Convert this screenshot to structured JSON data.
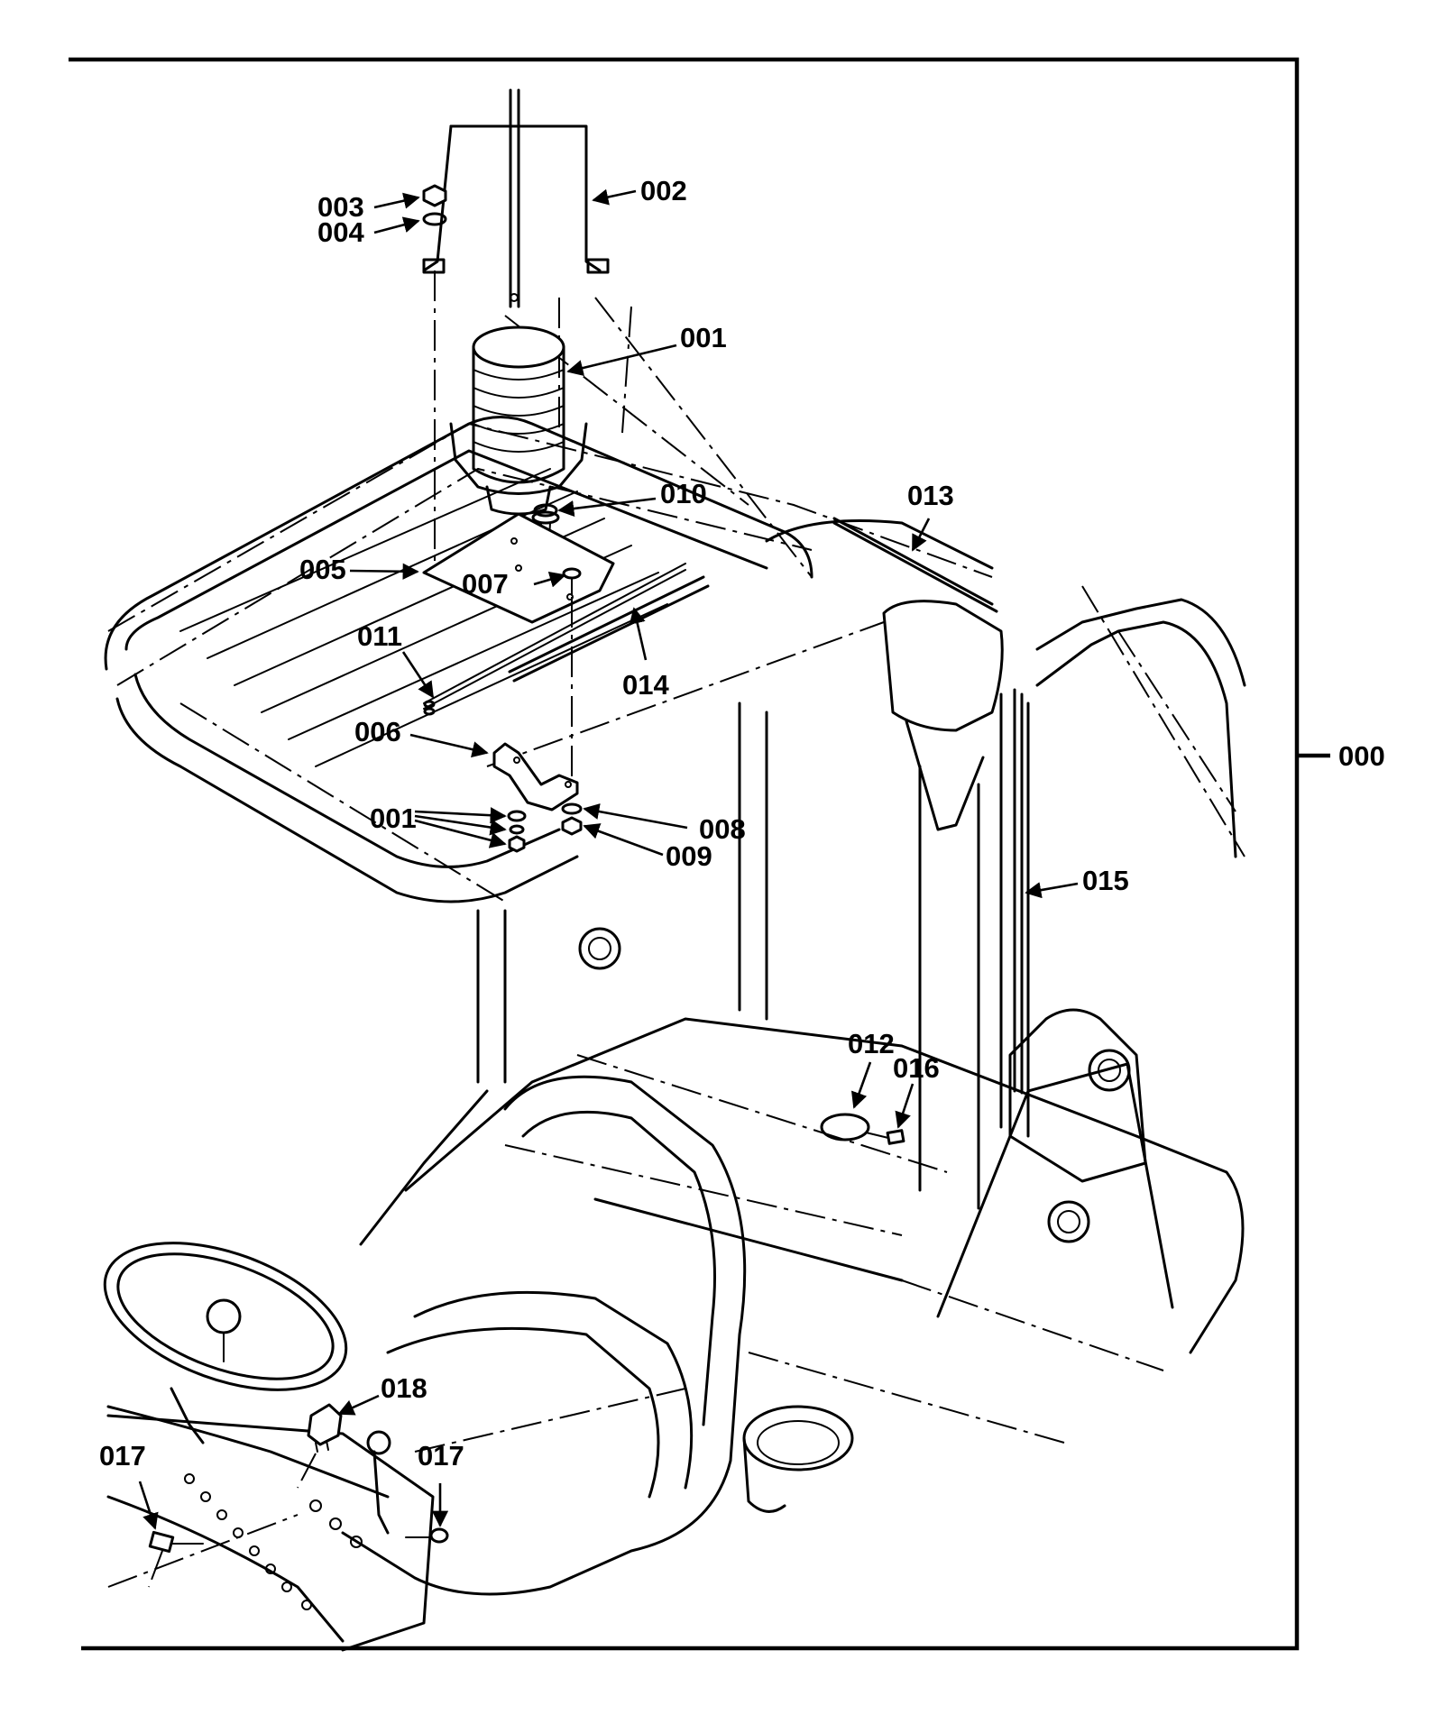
{
  "diagram": {
    "frame_label": "000",
    "callouts": [
      {
        "id": "c003",
        "text": "003"
      },
      {
        "id": "c004",
        "text": "004"
      },
      {
        "id": "c002",
        "text": "002"
      },
      {
        "id": "c001a",
        "text": "001"
      },
      {
        "id": "c010",
        "text": "010"
      },
      {
        "id": "c013",
        "text": "013"
      },
      {
        "id": "c005",
        "text": "005"
      },
      {
        "id": "c007",
        "text": "007"
      },
      {
        "id": "c011",
        "text": "011"
      },
      {
        "id": "c014",
        "text": "014"
      },
      {
        "id": "c006",
        "text": "006"
      },
      {
        "id": "c001b",
        "text": "001"
      },
      {
        "id": "c008",
        "text": "008"
      },
      {
        "id": "c009",
        "text": "009"
      },
      {
        "id": "c015",
        "text": "015"
      },
      {
        "id": "c012",
        "text": "012"
      },
      {
        "id": "c016",
        "text": "016"
      },
      {
        "id": "c018",
        "text": "018"
      },
      {
        "id": "c017a",
        "text": "017"
      },
      {
        "id": "c017b",
        "text": "017"
      }
    ]
  }
}
